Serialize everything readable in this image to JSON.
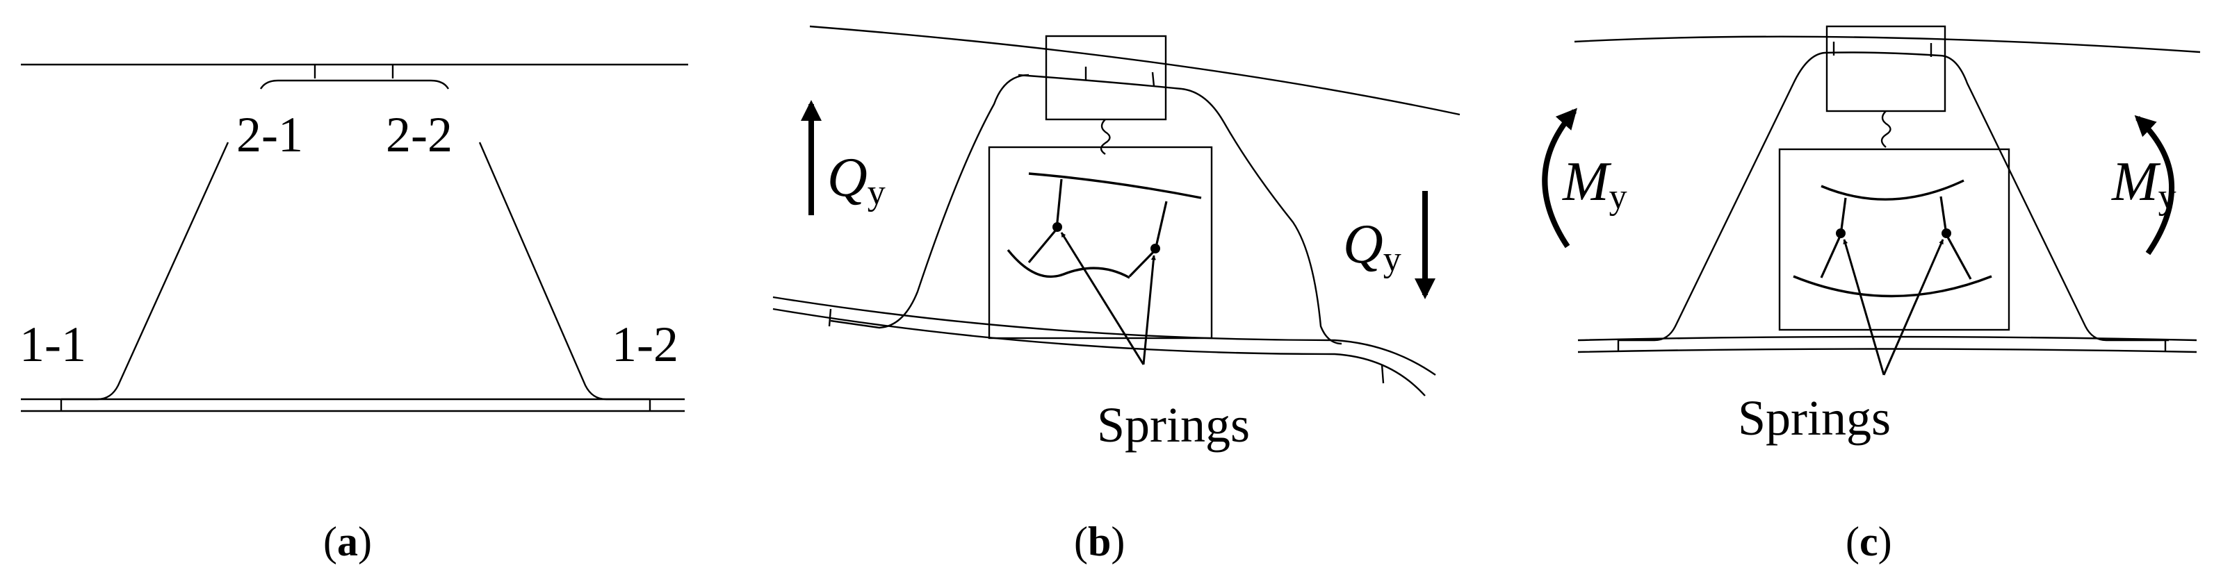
{
  "panel_a": {
    "labels": [
      "2-1",
      "2-2",
      "1-1",
      "1-2"
    ],
    "caption_letter": "a"
  },
  "panel_b": {
    "force_symbol": "Q",
    "force_subscript": "y",
    "springs_label": "Springs",
    "caption_letter": "b"
  },
  "panel_c": {
    "moment_symbol": "M",
    "moment_subscript": "y",
    "springs_label": "Springs",
    "caption_letter": "c"
  }
}
